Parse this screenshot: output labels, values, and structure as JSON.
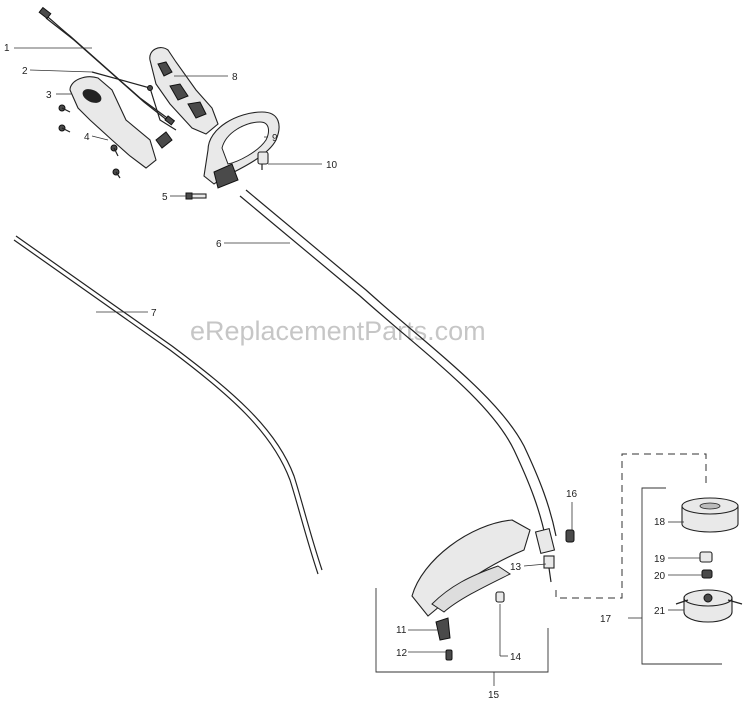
{
  "watermark": "eReplacementParts.com",
  "labels": {
    "p1": "1",
    "p2": "2",
    "p3": "3",
    "p4": "4",
    "p5": "5",
    "p6": "6",
    "p7": "7",
    "p8": "8",
    "p9": "9",
    "p10": "10",
    "p11": "11",
    "p12": "12",
    "p13": "13",
    "p14": "14",
    "p15": "15",
    "p16": "16",
    "p17": "17",
    "p18": "18",
    "p19": "19",
    "p20": "20",
    "p21": "21"
  },
  "icons": {
    "throttle-cable": "cable-icon",
    "screw": "screw-icon",
    "handle": "loop-handle-icon",
    "trimmer-head": "spool-head-icon"
  }
}
